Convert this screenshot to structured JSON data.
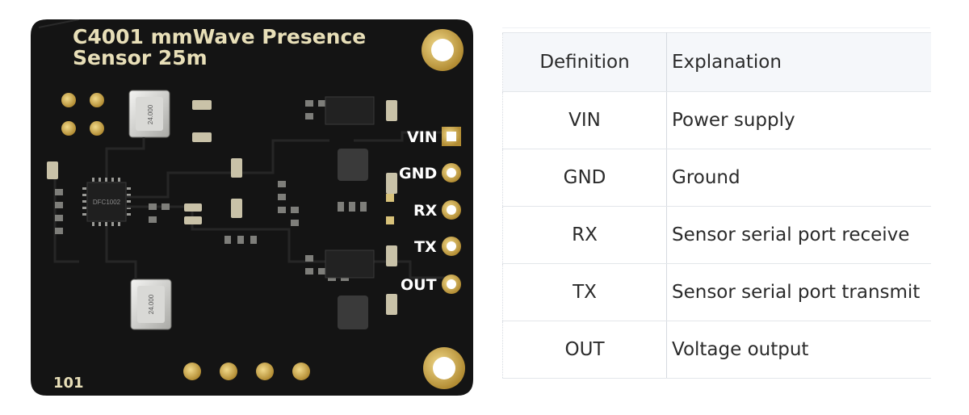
{
  "board": {
    "title_line1": "C4001 mmWave Presence",
    "title_line2": "Sensor 25m",
    "chip_marking": "DFC1002",
    "crystal_top": "24.000",
    "crystal_bottom": "24.000",
    "board_number": "101",
    "pins": [
      "VIN",
      "GND",
      "RX",
      "TX",
      "OUT"
    ],
    "colors": {
      "pcb": "#141414",
      "gold": "#c8a64a",
      "silkscreen": "#e8dfb8"
    }
  },
  "table": {
    "headers": {
      "definition": "Definition",
      "explanation": "Explanation"
    },
    "rows": [
      {
        "definition": "VIN",
        "explanation": "Power supply"
      },
      {
        "definition": "GND",
        "explanation": "Ground"
      },
      {
        "definition": "RX",
        "explanation": "Sensor serial port receive"
      },
      {
        "definition": "TX",
        "explanation": "Sensor serial port transmit"
      },
      {
        "definition": "OUT",
        "explanation": "Voltage output"
      }
    ]
  }
}
